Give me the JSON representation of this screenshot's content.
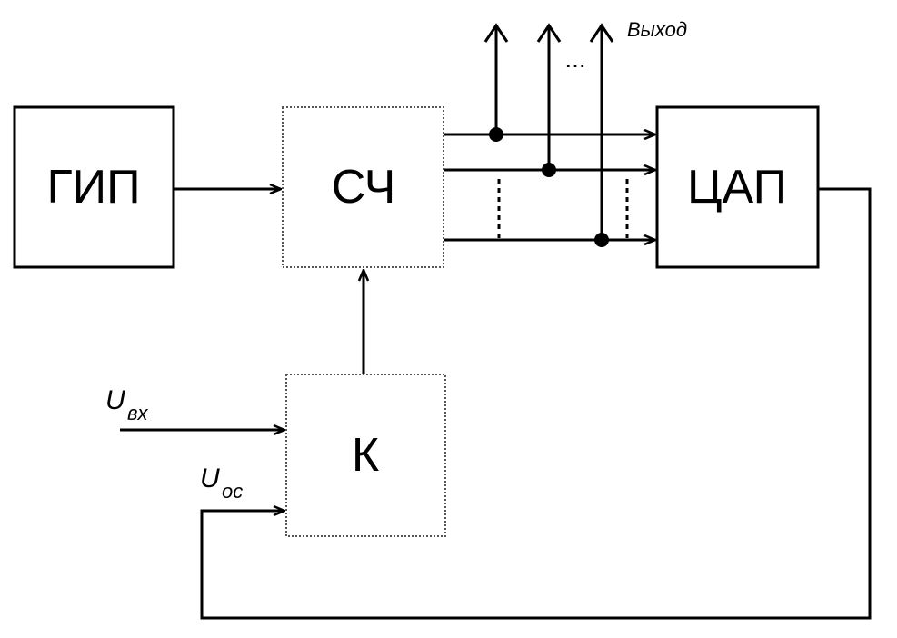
{
  "blocks": {
    "gip": {
      "label": "ГИП"
    },
    "sch": {
      "label": "СЧ"
    },
    "tsap": {
      "label": "ЦАП"
    },
    "k": {
      "label": "К"
    }
  },
  "signals": {
    "u_in": {
      "main": "U",
      "sub": "вх"
    },
    "u_fb": {
      "main": "U",
      "sub": "ос"
    }
  },
  "output": {
    "label": "Выход",
    "ellipsis": "..."
  }
}
